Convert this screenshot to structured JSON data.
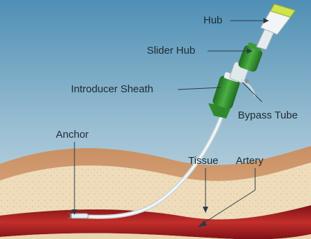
{
  "labels": {
    "hub": "Hub",
    "slider_hub": "Slider Hub",
    "introducer_sheath": "Introducer Sheath",
    "bypass_tube": "Bypass Tube",
    "anchor": "Anchor",
    "tissue": "Tissue",
    "artery": "Artery"
  },
  "colors": {
    "background_top": "#4f8fb5",
    "background_bottom": "#cfe0e6",
    "skin": "#d9a77c",
    "tissue": "#efdcbb",
    "artery": "#9e1b21",
    "artery_inner": "#c32f2a",
    "device_green": "#2f8a2e",
    "sheath": "#e8eef0",
    "label_text": "#1f2a33"
  }
}
